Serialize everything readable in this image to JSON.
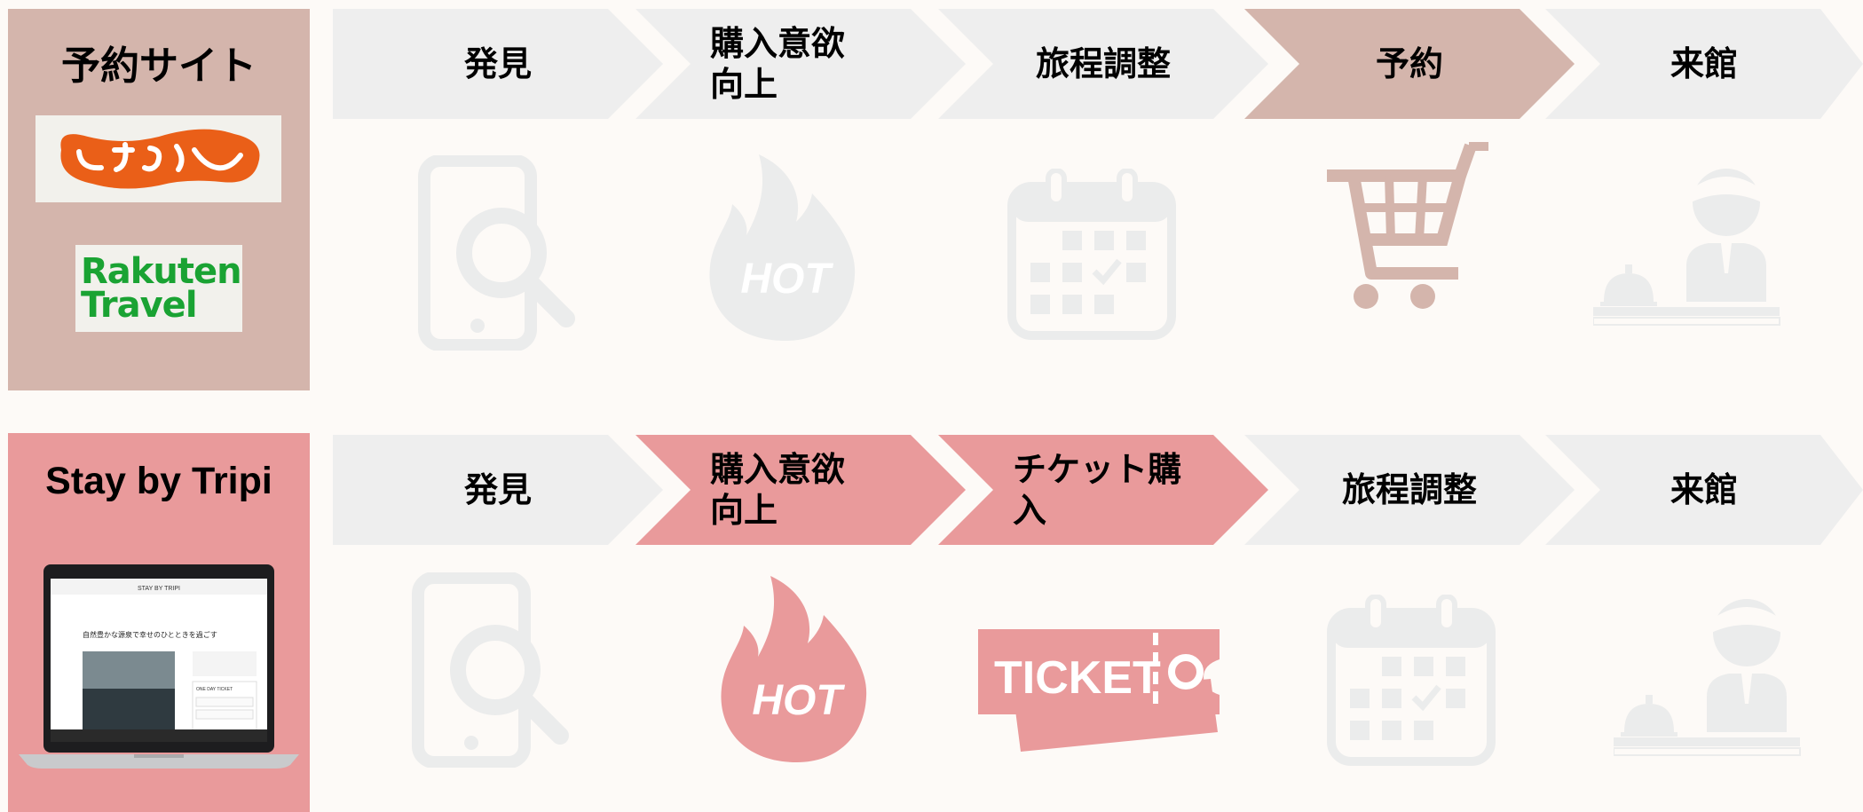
{
  "rows": [
    {
      "side_title": "予約サイト",
      "logos": {
        "jalan": "じゃらん",
        "rakuten_line1": "Rakuten",
        "rakuten_line2": "Travel"
      },
      "steps": [
        {
          "label": "発見",
          "icon": "phone-search-icon",
          "highlighted": false
        },
        {
          "label": "購入意欲\n向上",
          "icon": "hot-flame-icon",
          "highlighted": false
        },
        {
          "label": "旅程調整",
          "icon": "calendar-icon",
          "highlighted": false
        },
        {
          "label": "予約",
          "icon": "shopping-cart-icon",
          "highlighted": true
        },
        {
          "label": "来館",
          "icon": "reception-icon",
          "highlighted": false
        }
      ]
    },
    {
      "side_title": "Stay by Tripi",
      "screen": {
        "brand": "STAY BY TRIPI",
        "headline": "自然豊かな源泉で幸せのひとときを過ごす",
        "ticket_card": "ONE DAY TICKET"
      },
      "steps": [
        {
          "label": "発見",
          "icon": "phone-search-icon",
          "highlighted": false
        },
        {
          "label": "購入意欲\n向上",
          "icon": "hot-flame-icon",
          "highlighted": true
        },
        {
          "label": "チケット購\n入",
          "icon": "ticket-icon",
          "highlighted": true
        },
        {
          "label": "旅程調整",
          "icon": "calendar-icon",
          "highlighted": false
        },
        {
          "label": "来館",
          "icon": "reception-icon",
          "highlighted": false
        }
      ]
    }
  ],
  "icon_text": {
    "hot": "HOT",
    "ticket": "TICKET"
  },
  "colors": {
    "neutral": "#eeeeee",
    "top_highlight": "#d4b5ac",
    "bottom_highlight": "#e99a9b",
    "icon_gray": "#ebecec",
    "background": "#fdfaf7"
  }
}
